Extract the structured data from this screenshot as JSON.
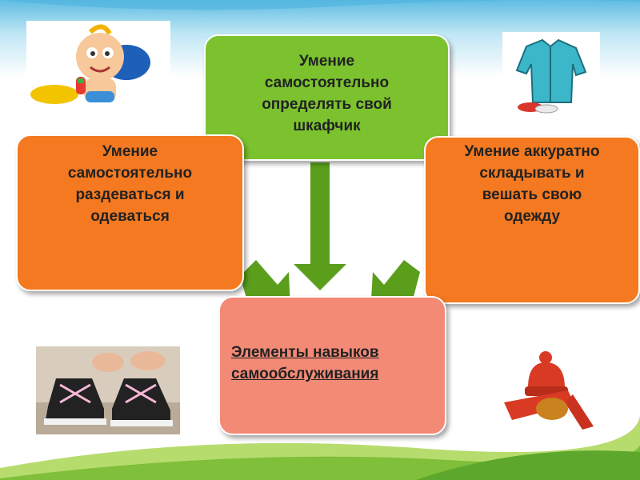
{
  "top_box": {
    "text": "Умение\nсамостоятельно\nопределять свой\nшкафчик"
  },
  "left_box": {
    "text": "Умение\nсамостоятельно\nраздеваться и\nодеваться"
  },
  "right_box": {
    "text": "Умение аккуратно\nскладывать и\nвешать свою\nодежду"
  },
  "center_box": {
    "text": "Элементы навыков\nсамообслуживания"
  },
  "colors": {
    "green_box": "#7cc22f",
    "orange_box": "#f47920",
    "salmon_box": "#f38a76",
    "arrow": "#5a9e1c",
    "background_top": "#6ec6e6",
    "grass": "#8cc63f"
  },
  "illustrations": [
    "baby-with-toys-icon",
    "shirt-and-shoes-icon",
    "tying-sneakers-photo",
    "hat-and-scarf-icon"
  ]
}
